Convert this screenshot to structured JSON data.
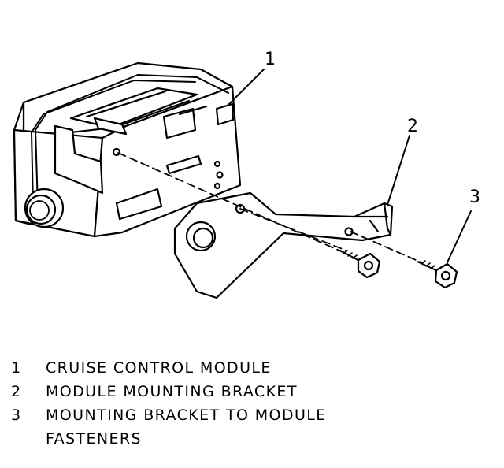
{
  "callouts": [
    "1",
    "2",
    "3"
  ],
  "legend": [
    {
      "num": "1",
      "text": "CRUISE CONTROL MODULE"
    },
    {
      "num": "2",
      "text": "MODULE MOUNTING BRACKET"
    },
    {
      "num": "3",
      "text": "MOUNTING BRACKET TO MODULE",
      "cont": "FASTENERS"
    }
  ]
}
